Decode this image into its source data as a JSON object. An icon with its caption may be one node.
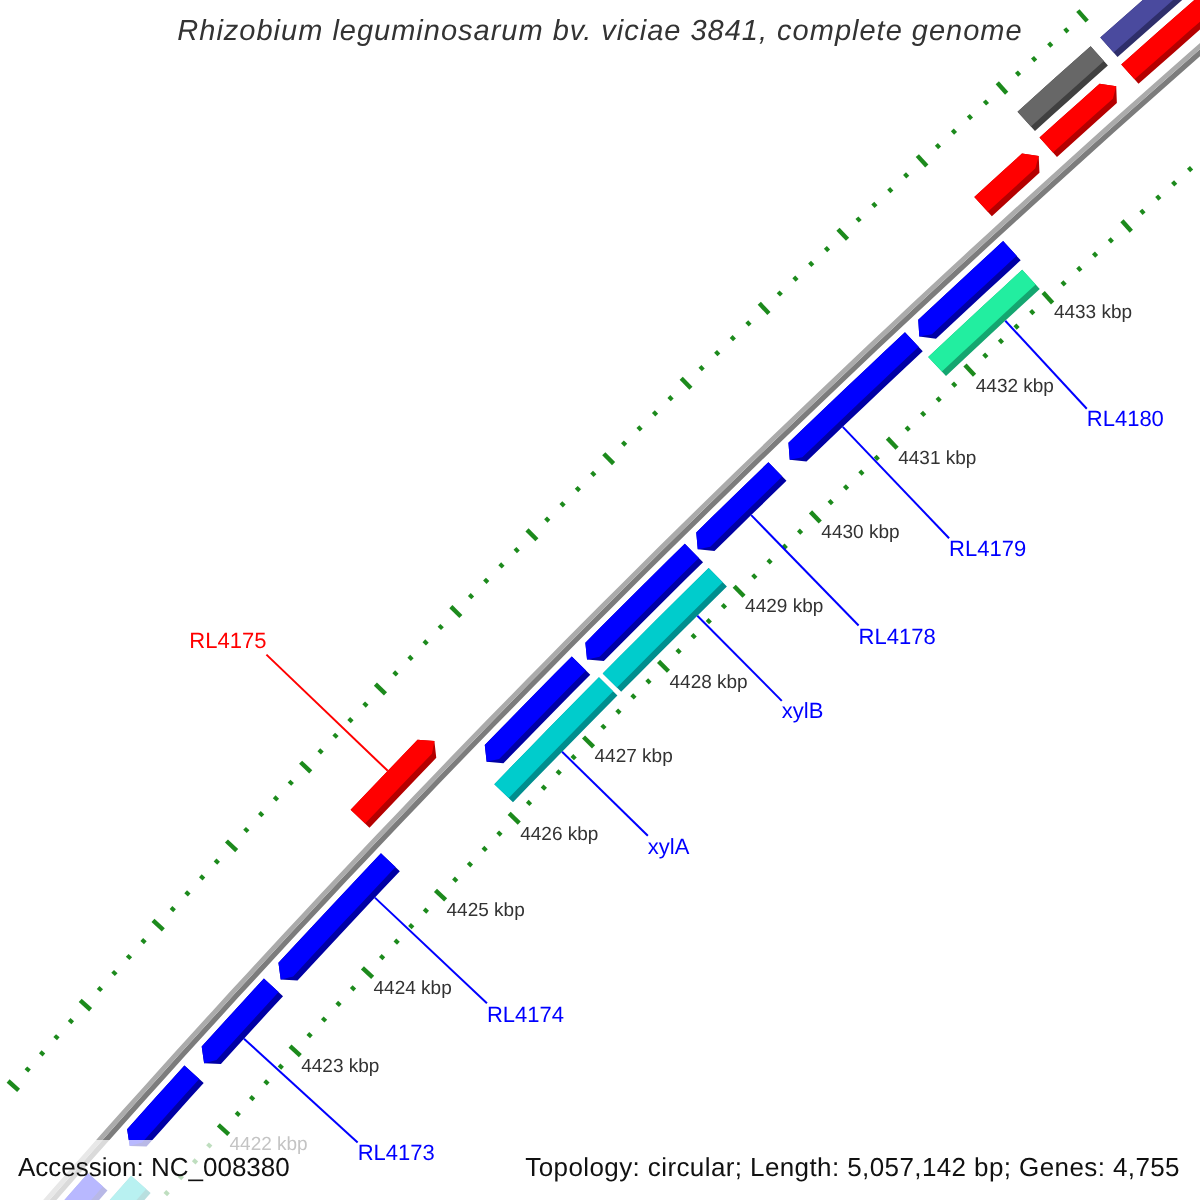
{
  "diagram": {
    "title": "Rhizobium leguminosarum bv. viciae 3841, complete genome",
    "nodes": [
      {
        "text": [
          "RL4180"
        ]
      },
      {
        "text": [
          "RL4179"
        ]
      },
      {
        "text": [
          "RL4175"
        ]
      },
      {
        "text": [
          "RL4178"
        ]
      },
      {
        "text": [
          "xylB"
        ]
      },
      {
        "text": [
          "xylA"
        ]
      },
      {
        "text": [
          "RL4174"
        ]
      },
      {
        "text": [
          "RL4173"
        ]
      },
      {
        "text": [],
        "shape": "bar"
      },
      {
        "text": [],
        "shape": "bar"
      },
      {
        "text": [],
        "shape": "arrow"
      },
      {
        "text": [],
        "shape": "arrow"
      },
      {
        "text": [],
        "shape": "arrow"
      },
      {
        "text": [],
        "shape": "arrow"
      },
      {
        "text": [],
        "shape": "bar"
      },
      {
        "text": [],
        "shape": "arrow"
      },
      {
        "text": [],
        "shape": "arrow"
      },
      {
        "text": [],
        "shape": "bar"
      },
      {
        "text": [],
        "shape": "arrow"
      },
      {
        "text": [],
        "shape": "arrow"
      },
      {
        "text": [],
        "shape": "bar"
      },
      {
        "text": [],
        "shape": "arrow"
      },
      {
        "text": [],
        "shape": "arrow"
      },
      {
        "text": [],
        "shape": "arrow"
      },
      {
        "text": [],
        "shape": "bar"
      },
      {
        "text": [],
        "shape": "bar"
      },
      {
        "text": [],
        "shape": "bar"
      }
    ],
    "edges": [
      {
        "from": 0,
        "to": 20,
        "arrow": "none"
      },
      {
        "from": 1,
        "to": 19,
        "arrow": "none"
      },
      {
        "from": 2,
        "to": 13,
        "arrow": "none",
        "color": "#ff0000"
      },
      {
        "from": 3,
        "to": 18,
        "arrow": "none"
      },
      {
        "from": 4,
        "to": 17,
        "arrow": "none"
      },
      {
        "from": 5,
        "to": 14,
        "arrow": "none"
      },
      {
        "from": 6,
        "to": 12,
        "arrow": "none"
      },
      {
        "from": 7,
        "to": 11,
        "arrow": "none"
      }
    ],
    "labels": [
      "4433 kbp",
      "4432 kbp",
      "4431 kbp",
      "4430 kbp",
      "4429 kbp",
      "4428 kbp",
      "4427 kbp",
      "4426 kbp",
      "4425 kbp",
      "4424 kbp",
      "4423 kbp",
      "4422 kbp",
      "Accession: NC_008380",
      "Topology: circular; Length: 5,057,142 bp; Genes: 4,755"
    ]
  }
}
